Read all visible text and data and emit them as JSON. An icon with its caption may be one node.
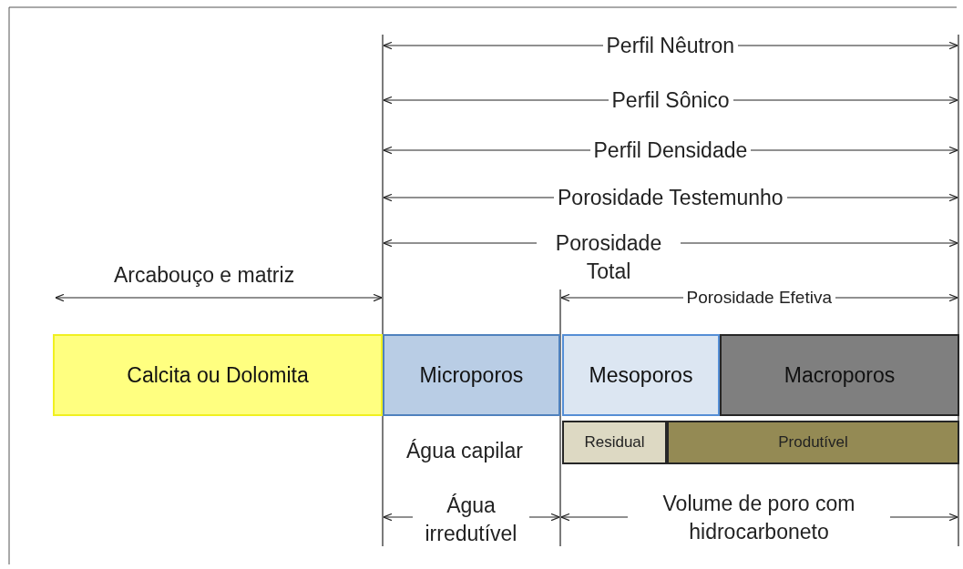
{
  "diagram": {
    "nodes": [
      {
        "text": [
          "Calcita ou Dolomita"
        ]
      },
      {
        "text": [
          "Microporos"
        ]
      },
      {
        "text": [
          "Mesoporos"
        ]
      },
      {
        "text": [
          "Macroporos"
        ]
      },
      {
        "text": [
          "Residual"
        ]
      },
      {
        "text": [
          "Produtível"
        ]
      }
    ],
    "labels": [
      "Perfil Nêutron",
      "Perfil Sônico",
      "Perfil Densidade",
      "Porosidade Testemunho",
      "Porosidade Total",
      "Arcabouço e matriz",
      "Porosidade Efetiva",
      "Água capilar",
      "Água irredutível",
      "Volume de poro com hidrocarboneto"
    ]
  }
}
